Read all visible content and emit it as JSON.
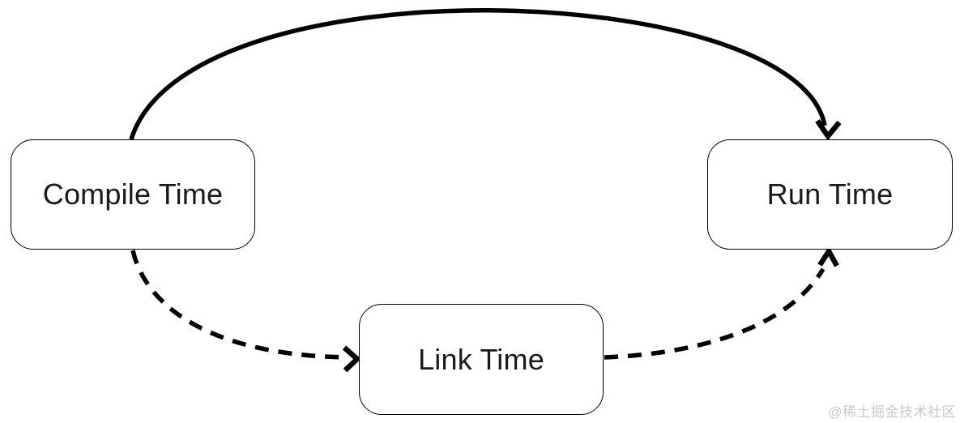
{
  "diagram": {
    "type": "flow-diagram",
    "nodes": [
      {
        "id": "compile",
        "label": "Compile Time"
      },
      {
        "id": "run",
        "label": "Run Time"
      },
      {
        "id": "link",
        "label": "Link Time"
      }
    ],
    "edges": [
      {
        "from": "Compile Time",
        "to": "Run Time",
        "style": "solid",
        "path": "arc over the top"
      },
      {
        "from": "Compile Time",
        "to": "Link Time",
        "style": "dashed",
        "path": "curve down-right"
      },
      {
        "from": "Link Time",
        "to": "Run Time",
        "style": "dashed",
        "path": "curve up-right"
      }
    ],
    "colors": {
      "stroke": "#000000",
      "node_fill": "#ffffff",
      "text": "#1a1a1a",
      "background": "#ffffff",
      "watermark": "#c9c9c9"
    }
  },
  "watermark": {
    "text": "@稀土掘金技术社区"
  }
}
